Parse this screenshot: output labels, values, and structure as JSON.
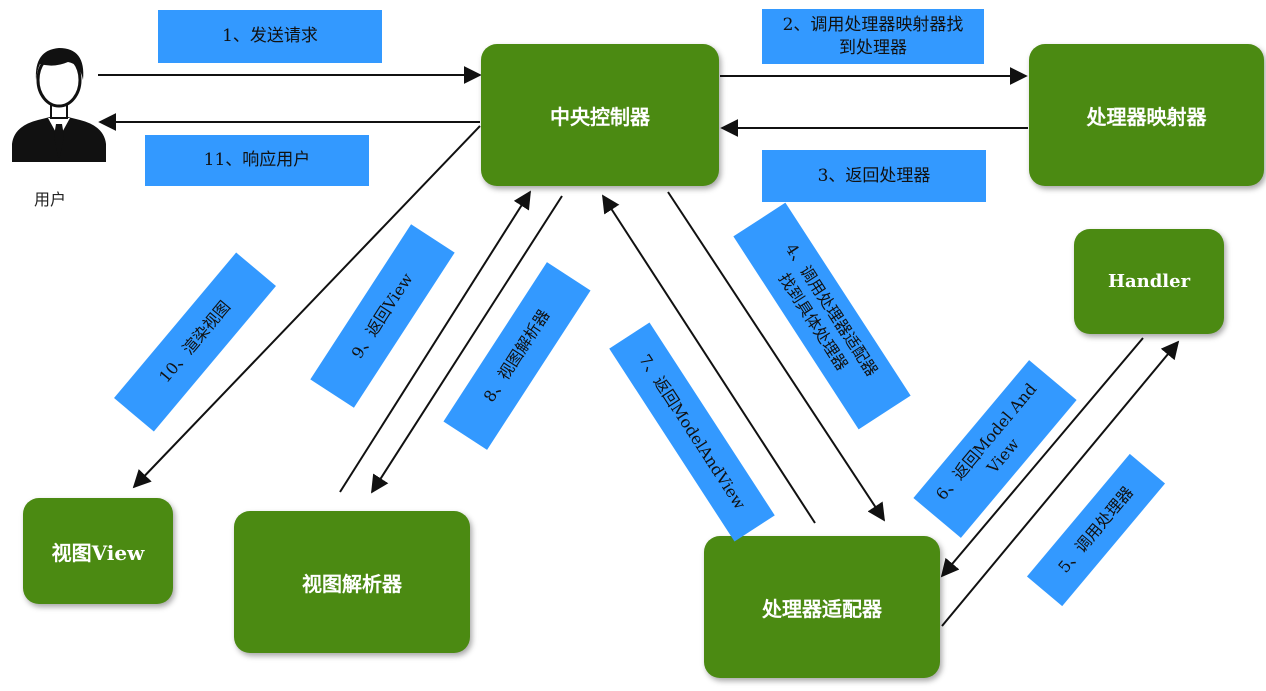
{
  "nodes": {
    "user": "用户",
    "controller": "中央控制器",
    "mapper": "处理器映射器",
    "adapter": "处理器适配器",
    "handler": "Handler",
    "view": "视图View",
    "resolver": "视图解析器"
  },
  "steps": {
    "s1": "1、发送请求",
    "s2_line1": "2、调用处理器映射器找",
    "s2_line2": "到处理器",
    "s3": "3、返回处理器",
    "s4_line1": "4、调用处理器适配器",
    "s4_line2": "找到具体处理器",
    "s5": "5、调用处理器",
    "s6_line1": "6、返回Model And",
    "s6_line2": "View",
    "s7": "7、返回ModelAndView",
    "s8": "8、视图解析器",
    "s9": "9、返回View",
    "s10": "10、渲染视图",
    "s11": "11、响应用户"
  },
  "colors": {
    "node": "#4b8a12",
    "label": "#3399ff",
    "arrow": "#111111"
  },
  "icons": {
    "user": "businessman-icon"
  }
}
